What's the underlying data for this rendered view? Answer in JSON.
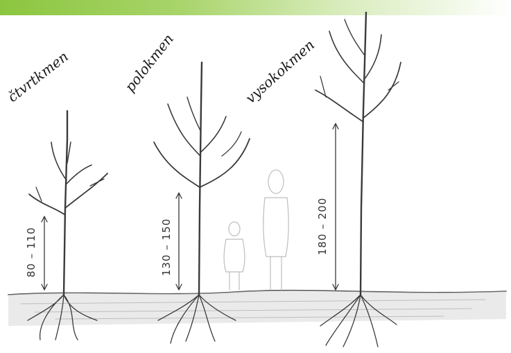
{
  "trees": [
    {
      "name": "čtvrtkmen",
      "height_range": "80 – 110"
    },
    {
      "name": "polokmen",
      "height_range": "130 – 150"
    },
    {
      "name": "vysokokmen",
      "height_range": "180 – 200"
    }
  ],
  "colors": {
    "banner_start": "#8cc63f",
    "pencil": "#3a3a3a",
    "ground": "#8a8a8a"
  }
}
